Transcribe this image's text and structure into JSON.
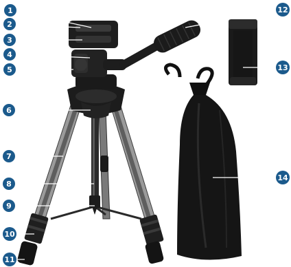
{
  "colors": {
    "callout_fill": "#1b5a8c",
    "callout_text": "#ffffff",
    "leader_line": "#ffffff",
    "tripod_body": "#1c1c1c",
    "leg_metal": "#8a8a8a",
    "bag": "#151515"
  },
  "callouts": [
    {
      "id": "c1",
      "label": "1"
    },
    {
      "id": "c2",
      "label": "2"
    },
    {
      "id": "c3",
      "label": "3"
    },
    {
      "id": "c4",
      "label": "4"
    },
    {
      "id": "c5",
      "label": "5"
    },
    {
      "id": "c6",
      "label": "6"
    },
    {
      "id": "c7",
      "label": "7"
    },
    {
      "id": "c8",
      "label": "8"
    },
    {
      "id": "c9",
      "label": "9"
    },
    {
      "id": "c10",
      "label": "10"
    },
    {
      "id": "c11",
      "label": "11"
    },
    {
      "id": "c12",
      "label": "12"
    },
    {
      "id": "c13",
      "label": "13"
    },
    {
      "id": "c14",
      "label": "14"
    }
  ]
}
